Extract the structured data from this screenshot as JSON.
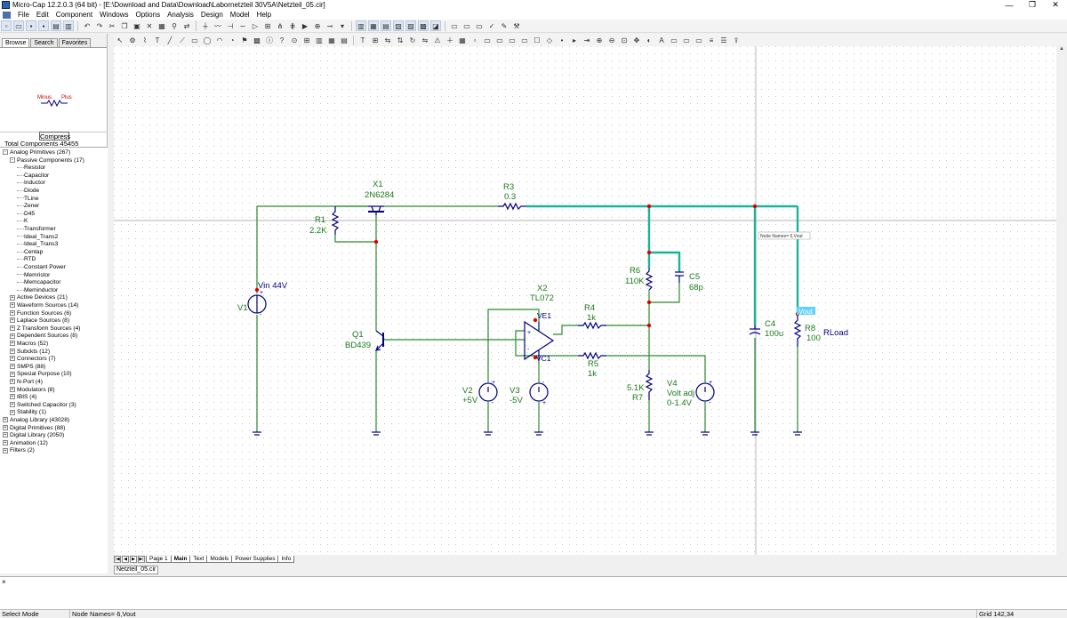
{
  "window": {
    "title": "Micro-Cap 12.2.0.3 (64 bit) - [E:\\Download and Data\\Download\\Labornetzteil 30V5A\\Netzteil_05.cir]",
    "controls": [
      "—",
      "❐",
      "✕"
    ]
  },
  "menu": [
    "File",
    "Edit",
    "Component",
    "Windows",
    "Options",
    "Analysis",
    "Design",
    "Model",
    "Help"
  ],
  "panel": {
    "tabs": [
      "Browse",
      "Search",
      "Favorites"
    ],
    "preview": {
      "minus": "Minus",
      "plus": "Plus"
    },
    "compress_label": "Compress",
    "total_components": "Total Components 45455",
    "tree": [
      {
        "label": "Analog Primitives (267)",
        "level": 0,
        "box": "-"
      },
      {
        "label": "Passive Components (17)",
        "level": 1,
        "box": "-"
      },
      {
        "label": "Resistor",
        "level": 2,
        "box": ""
      },
      {
        "label": "Capacitor",
        "level": 2,
        "box": ""
      },
      {
        "label": "Inductor",
        "level": 2,
        "box": ""
      },
      {
        "label": "Diode",
        "level": 2,
        "box": ""
      },
      {
        "label": "TLine",
        "level": 2,
        "box": ""
      },
      {
        "label": "Zener",
        "level": 2,
        "box": ""
      },
      {
        "label": "D45",
        "level": 2,
        "box": ""
      },
      {
        "label": "K",
        "level": 2,
        "box": ""
      },
      {
        "label": "Transformer",
        "level": 2,
        "box": ""
      },
      {
        "label": "Ideal_Trans2",
        "level": 2,
        "box": ""
      },
      {
        "label": "Ideal_Trans3",
        "level": 2,
        "box": ""
      },
      {
        "label": "Centap",
        "level": 2,
        "box": ""
      },
      {
        "label": "RTD",
        "level": 2,
        "box": ""
      },
      {
        "label": "Constant Power",
        "level": 2,
        "box": ""
      },
      {
        "label": "Memristor",
        "level": 2,
        "box": ""
      },
      {
        "label": "Memcapacitor",
        "level": 2,
        "box": ""
      },
      {
        "label": "Meminductor",
        "level": 2,
        "box": ""
      },
      {
        "label": "Active Devices (21)",
        "level": 1,
        "box": "+"
      },
      {
        "label": "Waveform Sources (14)",
        "level": 1,
        "box": "+"
      },
      {
        "label": "Function Sources (6)",
        "level": 1,
        "box": "+"
      },
      {
        "label": "Laplace Sources (8)",
        "level": 1,
        "box": "+"
      },
      {
        "label": "Z Transform Sources (4)",
        "level": 1,
        "box": "+"
      },
      {
        "label": "Dependent Sources (8)",
        "level": 1,
        "box": "+"
      },
      {
        "label": "Macros (52)",
        "level": 1,
        "box": "+"
      },
      {
        "label": "Subckts (12)",
        "level": 1,
        "box": "+"
      },
      {
        "label": "Connectors (7)",
        "level": 1,
        "box": "+"
      },
      {
        "label": "SMPS (88)",
        "level": 1,
        "box": "+"
      },
      {
        "label": "Special Purpose (10)",
        "level": 1,
        "box": "+"
      },
      {
        "label": "N-Port (4)",
        "level": 1,
        "box": "+"
      },
      {
        "label": "Modulators (8)",
        "level": 1,
        "box": "+"
      },
      {
        "label": "IBIS (4)",
        "level": 1,
        "box": "+"
      },
      {
        "label": "Switched Capacitor (3)",
        "level": 1,
        "box": "+"
      },
      {
        "label": "Stability (1)",
        "level": 1,
        "box": "+"
      },
      {
        "label": "Analog Library (43028)",
        "level": 0,
        "box": "+"
      },
      {
        "label": "Digital Primitives (88)",
        "level": 0,
        "box": "+"
      },
      {
        "label": "Digital Library (2050)",
        "level": 0,
        "box": "+"
      },
      {
        "label": "Animation (12)",
        "level": 0,
        "box": "+"
      },
      {
        "label": "Filters (2)",
        "level": 0,
        "box": "+"
      }
    ]
  },
  "schematic": {
    "components": {
      "x1": {
        "name": "X1",
        "value": "2N6284"
      },
      "r3": {
        "name": "R3",
        "value": "0.3"
      },
      "r1": {
        "name": "R1",
        "value": "2.2K"
      },
      "r6": {
        "name": "R6",
        "value": "110K"
      },
      "c5": {
        "name": "C5",
        "value": "68p"
      },
      "vin": {
        "label": "Vin 44V",
        "name": "V1"
      },
      "x2": {
        "name": "X2",
        "value": "TL072"
      },
      "r4": {
        "name": "R4",
        "value": "1k"
      },
      "q1": {
        "name": "Q1",
        "value": "BD439"
      },
      "r5": {
        "name": "R5",
        "value": "1k"
      },
      "v2": {
        "name": "V2",
        "value": "+5V"
      },
      "v3": {
        "name": "V3",
        "value": "-5V"
      },
      "r7": {
        "name": "R7",
        "value": "5.1K"
      },
      "v4": {
        "name": "V4",
        "label": "Volt adj",
        "value": "0-1.4V"
      },
      "c4": {
        "name": "C4",
        "value": "100u"
      },
      "r8": {
        "name": "R8",
        "value": "100",
        "label": "RLoad"
      },
      "ve1": "VE1",
      "vc1": "VC1",
      "vout": "Vout",
      "tooltip": "Node Names= 6,Vout"
    }
  },
  "pages": {
    "nav": [
      "|◀",
      "◀",
      "▶",
      "▶|"
    ],
    "tabs": [
      "Page 1",
      "Main",
      "Text",
      "Models",
      "Power Supplies",
      "Info"
    ],
    "active": "Main",
    "file_tab": "Netzteil_05.cir"
  },
  "status": {
    "mode": "Select Mode",
    "nodes": "Node Names= 6,Vout",
    "grid": "Grid 142,34"
  },
  "colors": {
    "wire": "#2a8a2a",
    "wire_selected": "#1db39a",
    "component": "#000080",
    "node": "#e00000",
    "highlight": "#5fd0ff"
  }
}
